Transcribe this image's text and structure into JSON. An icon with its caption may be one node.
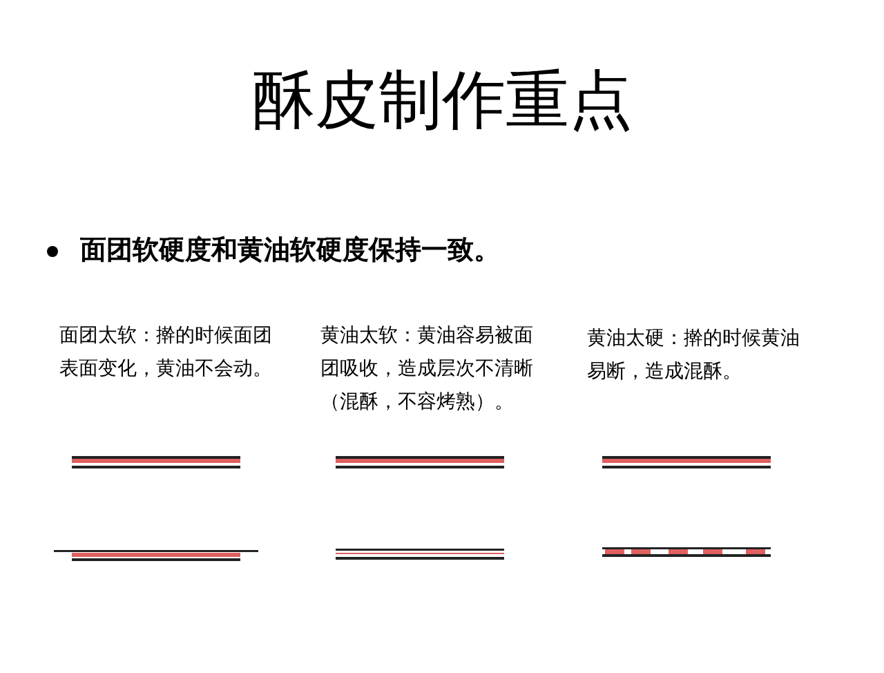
{
  "diagram": {
    "title": "酥皮制作重点",
    "labels": [
      "面团软硬度和黄油软硬度保持一致。",
      "面团太软：擀的时候面团表面变化，黄油不会动。",
      "黄油太软：黄油容易被面团吸收，造成层次不清晰（混酥，不容烤熟）。",
      "黄油太硬：擀的时候黄油易断，造成混酥。"
    ]
  }
}
